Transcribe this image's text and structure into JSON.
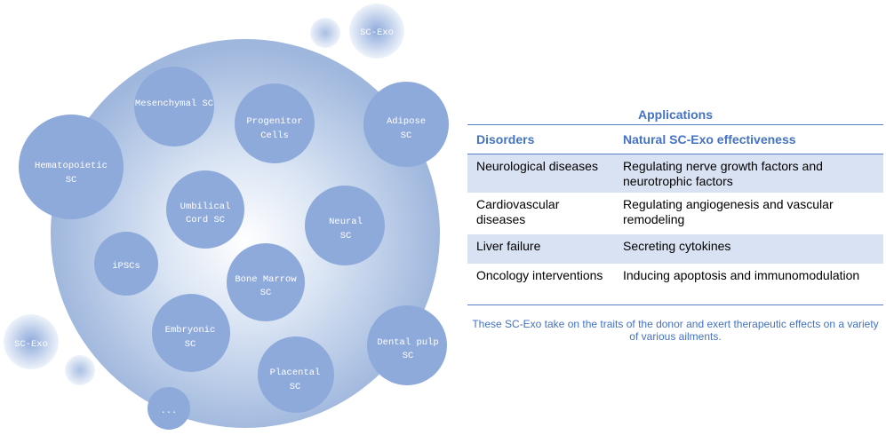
{
  "diagram": {
    "exosome_label": "SC-Exo",
    "stem_cells": [
      {
        "id": "mesenchymal",
        "line1": "Mesenchymal SC",
        "line2": ""
      },
      {
        "id": "progenitor",
        "line1": "Progenitor",
        "line2": "Cells"
      },
      {
        "id": "adipose",
        "line1": "Adipose",
        "line2": "SC"
      },
      {
        "id": "hematopoietic",
        "line1": "Hematopoietic",
        "line2": "SC"
      },
      {
        "id": "umbilical",
        "line1": "Umbilical",
        "line2": "Cord SC"
      },
      {
        "id": "neural",
        "line1": "Neural",
        "line2": "SC"
      },
      {
        "id": "ipscs",
        "line1": "iPSCs",
        "line2": ""
      },
      {
        "id": "bone-marrow",
        "line1": "Bone Marrow",
        "line2": "SC"
      },
      {
        "id": "embryonic",
        "line1": "Embryonic",
        "line2": "SC"
      },
      {
        "id": "dental-pulp",
        "line1": "Dental pulp",
        "line2": "SC"
      },
      {
        "id": "placental",
        "line1": "Placental",
        "line2": "SC"
      },
      {
        "id": "more",
        "line1": "...",
        "line2": ""
      }
    ]
  },
  "table": {
    "title": "Applications",
    "headers": [
      "Disorders",
      "Natural SC-Exo effectiveness"
    ],
    "rows": [
      {
        "disorder": "Neurological diseases",
        "effect": "Regulating nerve growth factors and neurotrophic factors"
      },
      {
        "disorder": "Cardiovascular diseases",
        "effect": "Regulating angiogenesis and vascular remodeling"
      },
      {
        "disorder": "Liver failure",
        "effect": "Secreting cytokines"
      },
      {
        "disorder": "Oncology interventions",
        "effect": "Inducing apoptosis and immunomodulation"
      }
    ]
  },
  "caption": "These SC-Exo take on the traits of the donor and exert therapeutic effects on a variety of various ailments.",
  "colors": {
    "cell_fill": "#8eaadb",
    "big_circle_center": "#ffffff",
    "big_circle_edge": "#9fb7dd",
    "accent": "#4472c4",
    "row_shade": "#d9e2f3"
  }
}
